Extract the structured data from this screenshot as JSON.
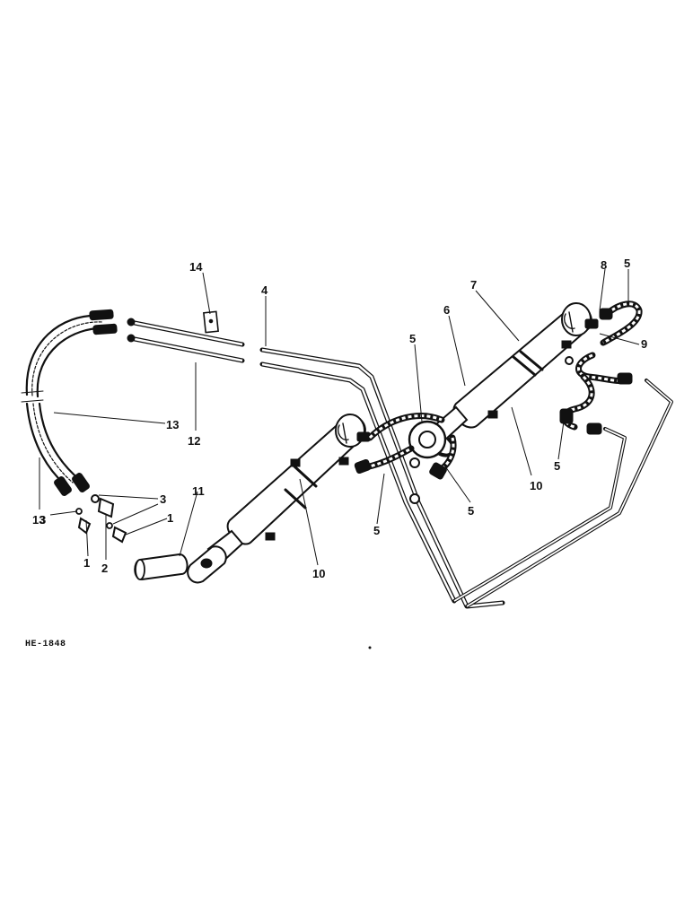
{
  "diagram_code": "HE-1848",
  "callouts": [
    {
      "id": "c1a",
      "text": "1"
    },
    {
      "id": "c1b",
      "text": "1"
    },
    {
      "id": "c2",
      "text": "2"
    },
    {
      "id": "c3a",
      "text": "3"
    },
    {
      "id": "c3b",
      "text": "3"
    },
    {
      "id": "c4",
      "text": "4"
    },
    {
      "id": "c5a",
      "text": "5"
    },
    {
      "id": "c5b",
      "text": "5"
    },
    {
      "id": "c5c",
      "text": "5"
    },
    {
      "id": "c5d",
      "text": "5"
    },
    {
      "id": "c5e",
      "text": "5"
    },
    {
      "id": "c6",
      "text": "6"
    },
    {
      "id": "c7",
      "text": "7"
    },
    {
      "id": "c8",
      "text": "8"
    },
    {
      "id": "c9",
      "text": "9"
    },
    {
      "id": "c10a",
      "text": "10"
    },
    {
      "id": "c10b",
      "text": "10"
    },
    {
      "id": "c11",
      "text": "11"
    },
    {
      "id": "c12",
      "text": "12"
    },
    {
      "id": "c13a",
      "text": "13"
    },
    {
      "id": "c13b",
      "text": "13"
    },
    {
      "id": "c14",
      "text": "14"
    }
  ]
}
